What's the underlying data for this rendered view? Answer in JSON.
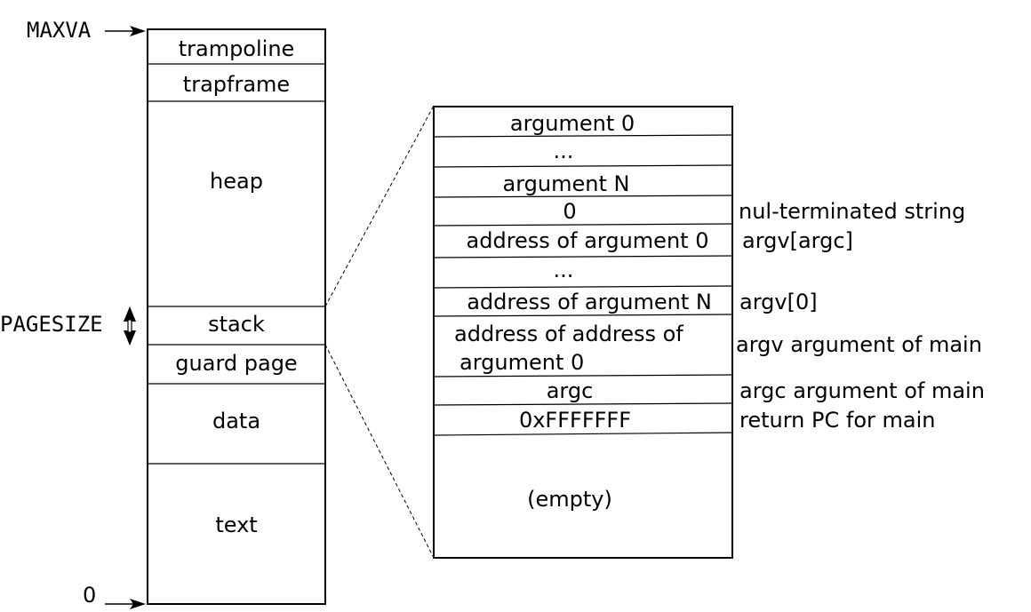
{
  "address_labels": {
    "top": "MAXVA",
    "page_size": "PAGESIZE",
    "bottom": "0"
  },
  "memory_layout": [
    "trampoline",
    "trapframe",
    "heap",
    "stack",
    "guard page",
    "data",
    "text"
  ],
  "stack_detail": [
    {
      "text": "argument 0",
      "note": ""
    },
    {
      "text": "...",
      "note": ""
    },
    {
      "text": "argument N",
      "note": ""
    },
    {
      "text": "0",
      "note": "nul-terminated string"
    },
    {
      "text": "address of argument 0",
      "note": "argv[argc]"
    },
    {
      "text": "...",
      "note": ""
    },
    {
      "text": "address of argument N",
      "note": "argv[0]"
    },
    {
      "text": [
        "address of address of",
        "argument 0"
      ],
      "note": "argv argument of main"
    },
    {
      "text": "argc",
      "note": "argc argument of main"
    },
    {
      "text": "0xFFFFFFF",
      "note": "return PC for main"
    },
    {
      "text": "(empty)",
      "note": ""
    }
  ]
}
